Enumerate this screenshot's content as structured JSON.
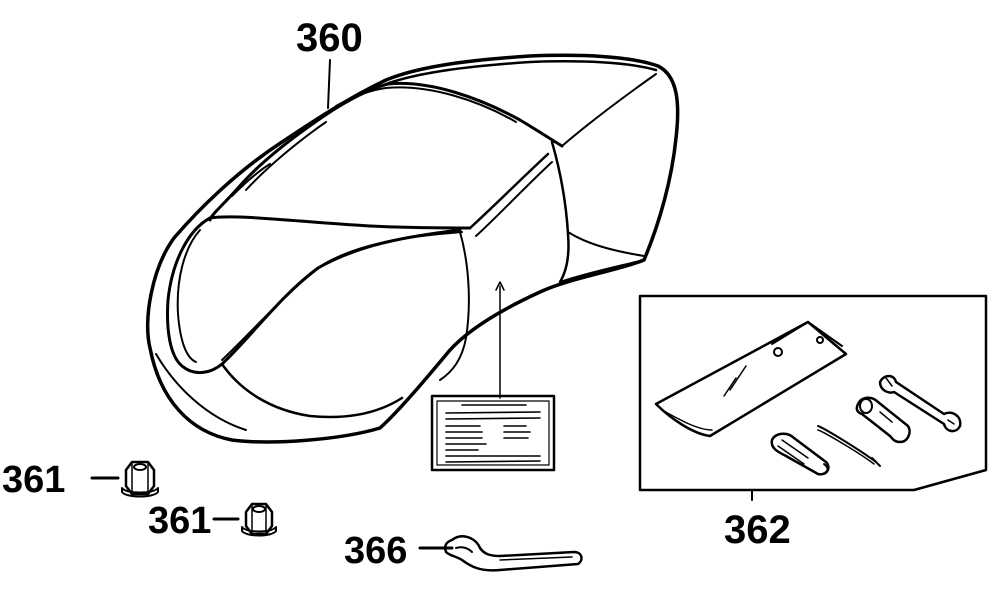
{
  "diagram": {
    "style": "exploded parts diagram, black line art on white",
    "line_color": "#000000",
    "background": "#ffffff",
    "callouts": {
      "seat": "360",
      "nut_upper": "361",
      "nut_lower": "361",
      "hook_wrench": "366",
      "tool_kit": "362"
    },
    "parts": [
      {
        "ref": "360",
        "icon": "seat-icon"
      },
      {
        "ref": "361",
        "icon": "flange-nut-icon"
      },
      {
        "ref": "361",
        "icon": "flange-nut-icon"
      },
      {
        "ref": "366",
        "icon": "hook-wrench-icon"
      },
      {
        "ref": "362",
        "icon": "tool-kit-icon"
      }
    ],
    "label_icon": "warning-label-icon"
  }
}
